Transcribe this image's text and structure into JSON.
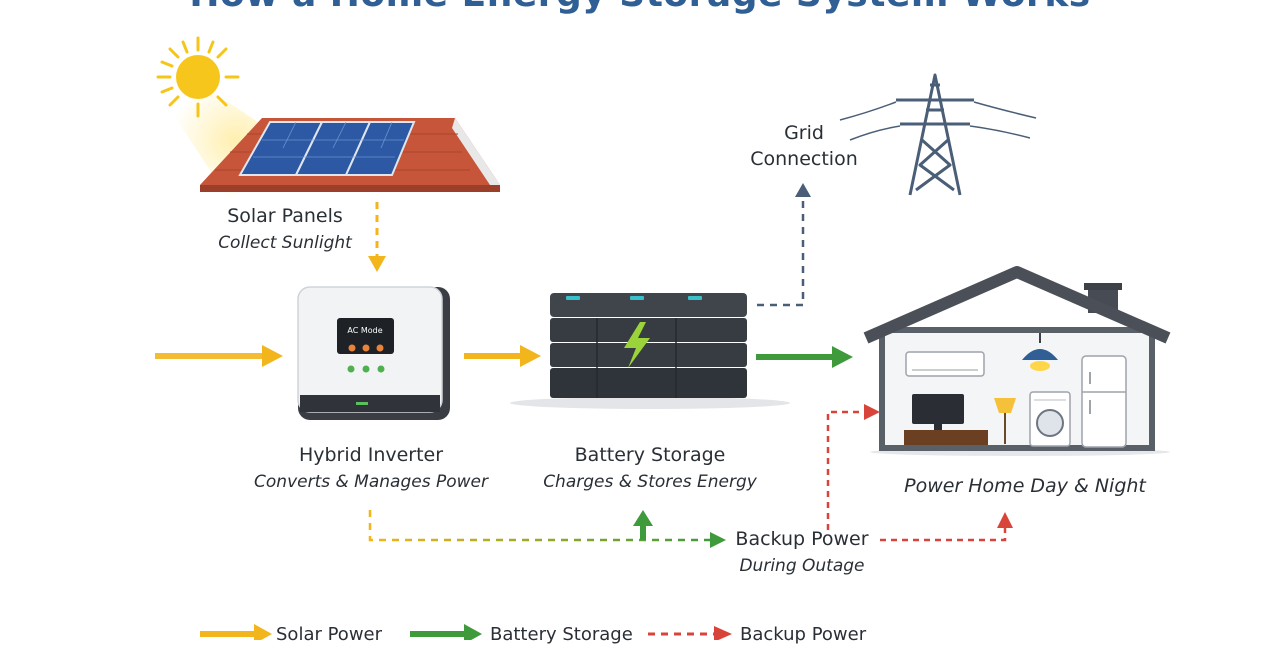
{
  "title": "How a Home Energy Storage System Works",
  "components": {
    "solar": {
      "name": "Solar Panels",
      "desc": "Collect Sunlight"
    },
    "inverter": {
      "name": "Hybrid Inverter",
      "desc": "Converts & Manages Power",
      "screen_text": "AC Mode"
    },
    "battery": {
      "name": "Battery Storage",
      "desc": "Charges & Stores Energy"
    },
    "grid": {
      "name_line1": "Grid",
      "name_line2": "Connection"
    },
    "home": {
      "name": "Power Home Day & Night"
    },
    "backup": {
      "name": "Backup Power",
      "desc": "During Outage"
    }
  },
  "legend": [
    {
      "label": "Solar Power",
      "color": "#f2b51c",
      "style": "solid"
    },
    {
      "label": "Battery Storage",
      "color": "#3f9a3c",
      "style": "solid"
    },
    {
      "label": "Backup Power",
      "color": "#d9443a",
      "style": "dashed"
    }
  ],
  "colors": {
    "solar": "#f2b51c",
    "battery": "#3f9a3c",
    "backup": "#d9443a",
    "grid": "#4a5e78",
    "title": "#2f5f94"
  },
  "icons": [
    "sun-icon",
    "solar-roof-icon",
    "inverter-icon",
    "battery-icon",
    "lightning-icon",
    "transmission-tower-icon",
    "house-icon"
  ]
}
